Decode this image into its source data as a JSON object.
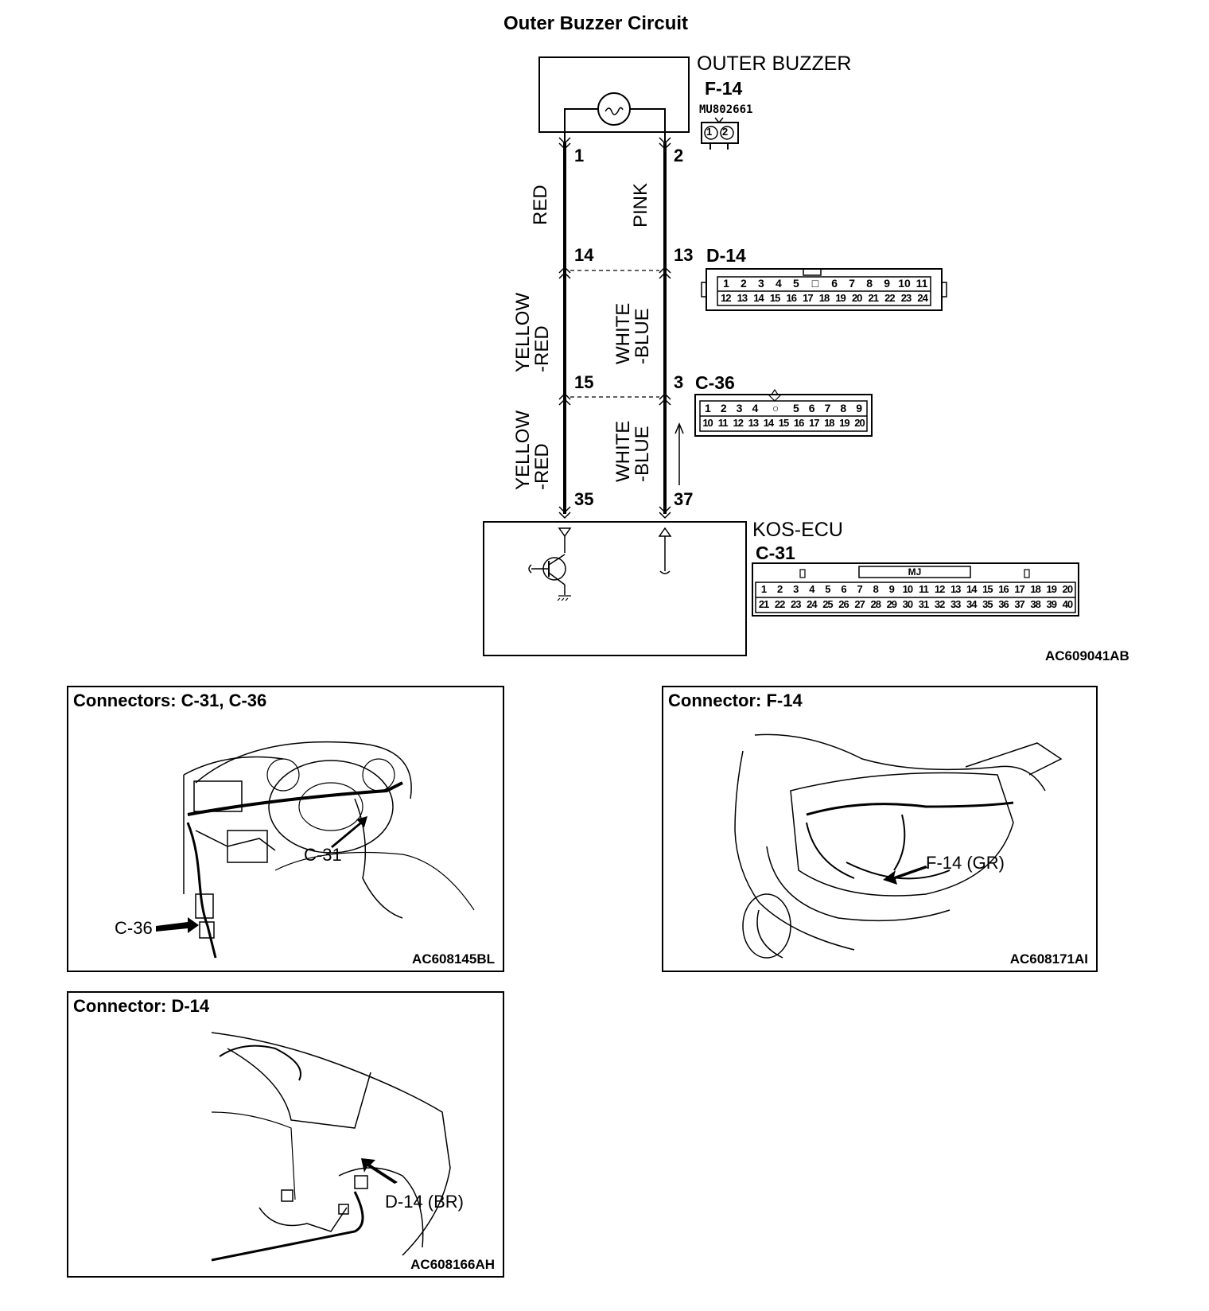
{
  "title": "Outer Buzzer Circuit",
  "figure_code": "AC609041AB",
  "buzzer": {
    "name": "OUTER BUZZER",
    "connector": "F-14",
    "part_no": "MU802661",
    "pins": [
      "1",
      "2"
    ]
  },
  "d14": {
    "connector": "D-14",
    "pin_left": "14",
    "pin_right": "13",
    "row1": [
      "1",
      "2",
      "3",
      "4",
      "5",
      "",
      "6",
      "7",
      "8",
      "9",
      "10",
      "11"
    ],
    "row2": [
      "12",
      "13",
      "14",
      "15",
      "16",
      "17",
      "18",
      "19",
      "20",
      "21",
      "22",
      "23",
      "24"
    ]
  },
  "c36": {
    "connector": "C-36",
    "pin_left": "15",
    "pin_right": "3",
    "row1": [
      "1",
      "2",
      "3",
      "4",
      "",
      "5",
      "6",
      "7",
      "8",
      "9"
    ],
    "row2": [
      "10",
      "11",
      "12",
      "13",
      "14",
      "15",
      "16",
      "17",
      "18",
      "19",
      "20"
    ]
  },
  "ecu": {
    "name": "KOS-ECU",
    "connector": "C-31",
    "pin_left": "35",
    "pin_right": "37",
    "tag": "MJ",
    "row1": [
      "1",
      "2",
      "3",
      "4",
      "5",
      "6",
      "7",
      "8",
      "9",
      "10",
      "11",
      "12",
      "13",
      "14",
      "15",
      "16",
      "17",
      "18",
      "19",
      "20"
    ],
    "row2": [
      "21",
      "22",
      "23",
      "24",
      "25",
      "26",
      "27",
      "28",
      "29",
      "30",
      "31",
      "32",
      "33",
      "34",
      "35",
      "36",
      "37",
      "38",
      "39",
      "40"
    ]
  },
  "wires": {
    "seg1_left": "RED",
    "seg1_right": "PINK",
    "seg2_left": "YELLOW\n-RED",
    "seg2_right": "WHITE\n-BLUE",
    "seg3_left": "YELLOW\n-RED",
    "seg3_right": "WHITE\n-BLUE"
  },
  "panels": {
    "p1": {
      "title": "Connectors: C-31, C-36",
      "code": "AC608145BL",
      "callout_a": "C-31",
      "callout_b": "C-36"
    },
    "p2": {
      "title": "Connector: F-14",
      "code": "AC608171AI",
      "callout_a": "F-14 (GR)"
    },
    "p3": {
      "title": "Connector: D-14",
      "code": "AC608166AH",
      "callout_a": "D-14 (BR)"
    }
  }
}
